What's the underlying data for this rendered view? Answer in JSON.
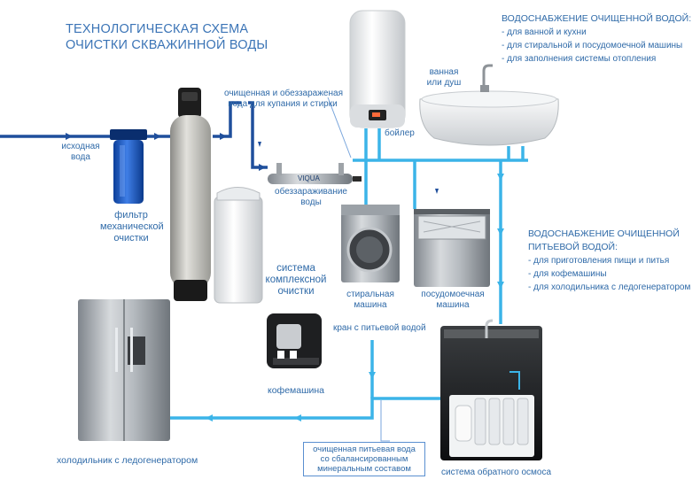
{
  "title": {
    "line1": "ТЕХНОЛОГИЧЕСКАЯ СХЕМА",
    "line2": "ОЧИСТКИ СКВАЖИННОЙ ВОДЫ"
  },
  "supply_purified": {
    "header": "ВОДОСНАБЖЕНИЕ ОЧИЩЕННОЙ ВОДОЙ:",
    "items": [
      "- для ванной и кухни",
      "- для стиральной и посудомоечной машины",
      "- для заполнения системы отопления"
    ]
  },
  "supply_drinking": {
    "header_line1": "ВОДОСНАБЖЕНИЕ ОЧИЩЕННОЙ",
    "header_line2": "ПИТЬЕВОЙ ВОДОЙ:",
    "items": [
      "- для приготовления пищи и питья",
      "- для кофемашины",
      "- для холодильника с ледогенератором"
    ]
  },
  "labels": {
    "source_water_1": "исходная",
    "source_water_2": "вода",
    "filter_1": "фильтр",
    "filter_2": "механической",
    "filter_3": "очистки",
    "complex_1": "система",
    "complex_2": "комплексной",
    "complex_3": "очистки",
    "uv_brand": "VIQUA",
    "uv_1": "обеззараживание",
    "uv_2": "воды",
    "disinfected_1": "очищенная и обеззараженая",
    "disinfected_2": "вода для купания и стирки",
    "boiler": "бойлер",
    "bath_1": "ванная",
    "bath_2": "или душ",
    "washer_1": "стиральная",
    "washer_2": "машина",
    "dishwasher_1": "посудомоечная",
    "dishwasher_2": "машина",
    "drink_tap": "кран с питьевой водой",
    "coffee": "кофемашина",
    "fridge": "холодильник с ледогенератором",
    "ro_system": "система обратного осмоса",
    "mineral_1": "очищенная питьевая вода",
    "mineral_2": "со сбалансированным",
    "mineral_3": "минеральным составом"
  },
  "colors": {
    "raw_pipe": "#1f4f9c",
    "clean_pipe": "#3bb4e8",
    "label_text": "#2f6aa8"
  }
}
